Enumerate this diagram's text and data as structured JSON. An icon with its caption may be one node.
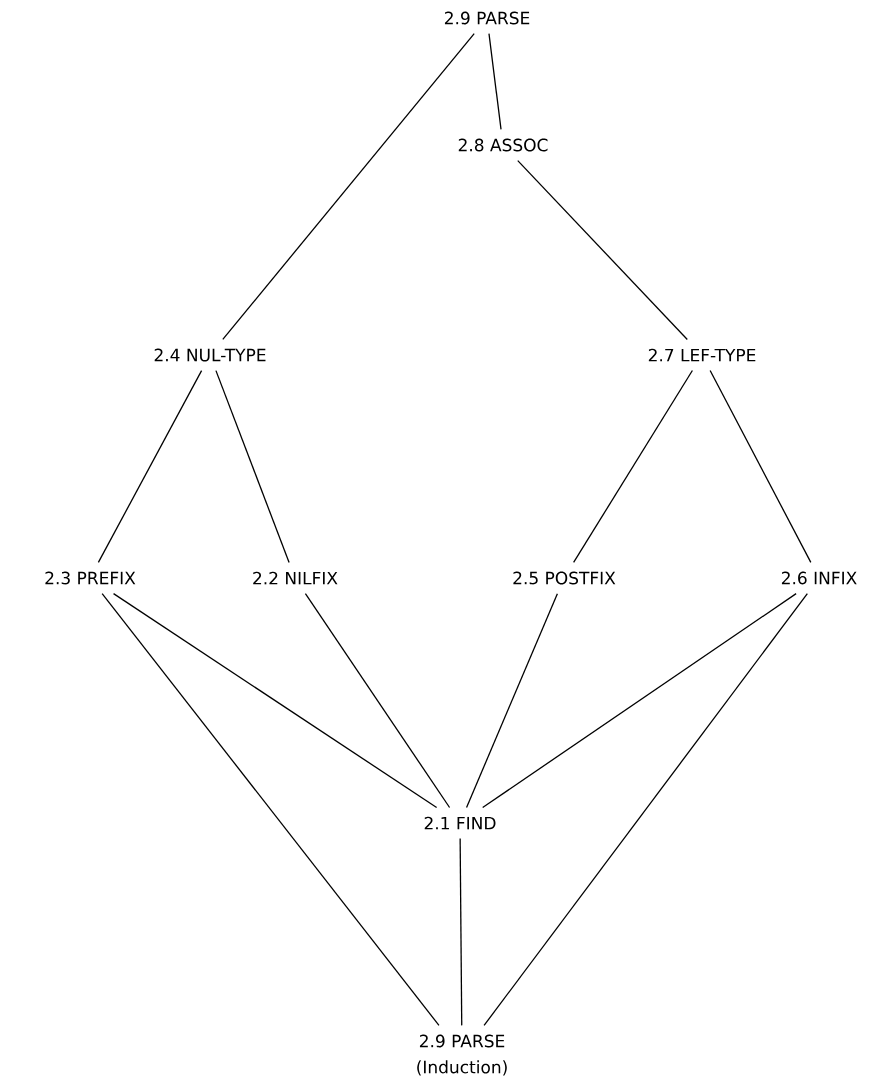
{
  "diagram": {
    "nodes": [
      {
        "text": [
          "2.9 PARSE"
        ]
      },
      {
        "text": [
          "2.8 ASSOC"
        ]
      },
      {
        "text": [
          "2.4 NUL-TYPE"
        ]
      },
      {
        "text": [
          "2.7 LEF-TYPE"
        ]
      },
      {
        "text": [
          "2.3 PREFIX"
        ]
      },
      {
        "text": [
          "2.2 NILFIX"
        ]
      },
      {
        "text": [
          "2.5 POSTFIX"
        ]
      },
      {
        "text": [
          "2.6 INFIX"
        ]
      },
      {
        "text": [
          "2.1 FIND"
        ]
      },
      {
        "text": [
          "2.9 PARSE",
          "(Induction)"
        ]
      }
    ],
    "edges": [
      {
        "from": 0,
        "to": 2,
        "arrow": "none"
      },
      {
        "from": 0,
        "to": 1,
        "arrow": "none"
      },
      {
        "from": 1,
        "to": 3,
        "arrow": "none"
      },
      {
        "from": 2,
        "to": 4,
        "arrow": "none"
      },
      {
        "from": 2,
        "to": 5,
        "arrow": "none"
      },
      {
        "from": 3,
        "to": 6,
        "arrow": "none"
      },
      {
        "from": 3,
        "to": 7,
        "arrow": "none"
      },
      {
        "from": 4,
        "to": 8,
        "arrow": "none"
      },
      {
        "from": 4,
        "to": 9,
        "arrow": "none"
      },
      {
        "from": 5,
        "to": 8,
        "arrow": "none"
      },
      {
        "from": 6,
        "to": 8,
        "arrow": "none"
      },
      {
        "from": 7,
        "to": 8,
        "arrow": "none"
      },
      {
        "from": 7,
        "to": 9,
        "arrow": "none"
      },
      {
        "from": 8,
        "to": 9,
        "arrow": "none"
      }
    ]
  }
}
